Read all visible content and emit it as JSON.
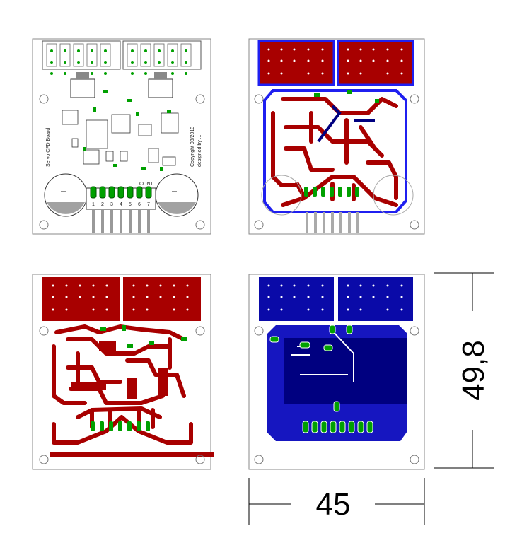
{
  "dimensions": {
    "height_label": "49,8",
    "width_label": "45"
  },
  "silkscreen": {
    "connector_label": "CON1",
    "pin_labels": [
      "1",
      "2",
      "3",
      "4",
      "5",
      "6",
      "7"
    ],
    "copyright_line": "Copyright 08/2013",
    "designer_line": "designed by ...",
    "left_vertical_text": "Servo CFD Board"
  },
  "colors": {
    "top_copper": "#a80000",
    "bottom_copper": "#0a0aa8",
    "bottom_fill_dark": "#000080",
    "outline_blue": "#1f1ff0",
    "pad_green": "#00a000",
    "board_outline": "#777777",
    "silk": "#333333"
  },
  "views": [
    "silkscreen",
    "top-copper-composite",
    "top-copper",
    "bottom-copper"
  ]
}
